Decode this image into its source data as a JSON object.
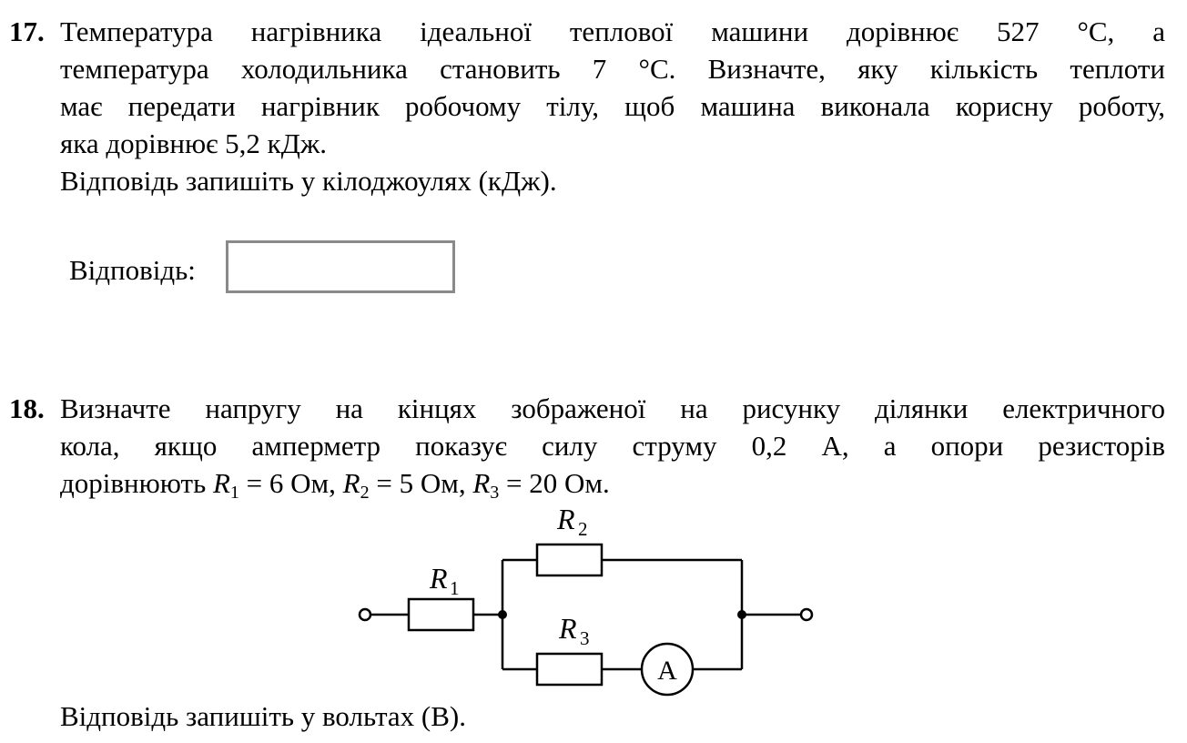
{
  "problem17": {
    "number": "17.",
    "lines": [
      "Температура нагрівника ідеальної теплової машини дорівнює 527 °С, а",
      "температура холодильника становить 7 °С. Визначте, яку кількість теплоти",
      "має передати нагрівник робочому тілу, щоб машина виконала корисну роботу,",
      "яка дорівнює 5,2 кДж."
    ],
    "instruction": "Відповідь запишіть у кілоджоулях (кДж).",
    "answer_label": "Відповідь:",
    "answer_value": ""
  },
  "problem18": {
    "number": "18.",
    "lines": [
      "Визначте напругу на кінцях зображеної на рисунку ділянки електричного",
      "кола, якщо амперметр показує силу струму 0,2 А, а опори резисторів"
    ],
    "line3": {
      "prefix": "дорівнюють ",
      "r1_sym": "R",
      "r1_sub": "1",
      "r1_val": " = 6 Ом, ",
      "r2_sym": "R",
      "r2_sub": "2",
      "r2_val": " = 5 Ом, ",
      "r3_sym": "R",
      "r3_sub": "3",
      "r3_val": " = 20 Ом."
    },
    "instruction": "Відповідь запишіть у вольтах (В).",
    "circuit": {
      "r1_label": "R",
      "r1_sub": "1",
      "r2_label": "R",
      "r2_sub": "2",
      "r3_label": "R",
      "r3_sub": "3",
      "ammeter_label": "A"
    }
  }
}
